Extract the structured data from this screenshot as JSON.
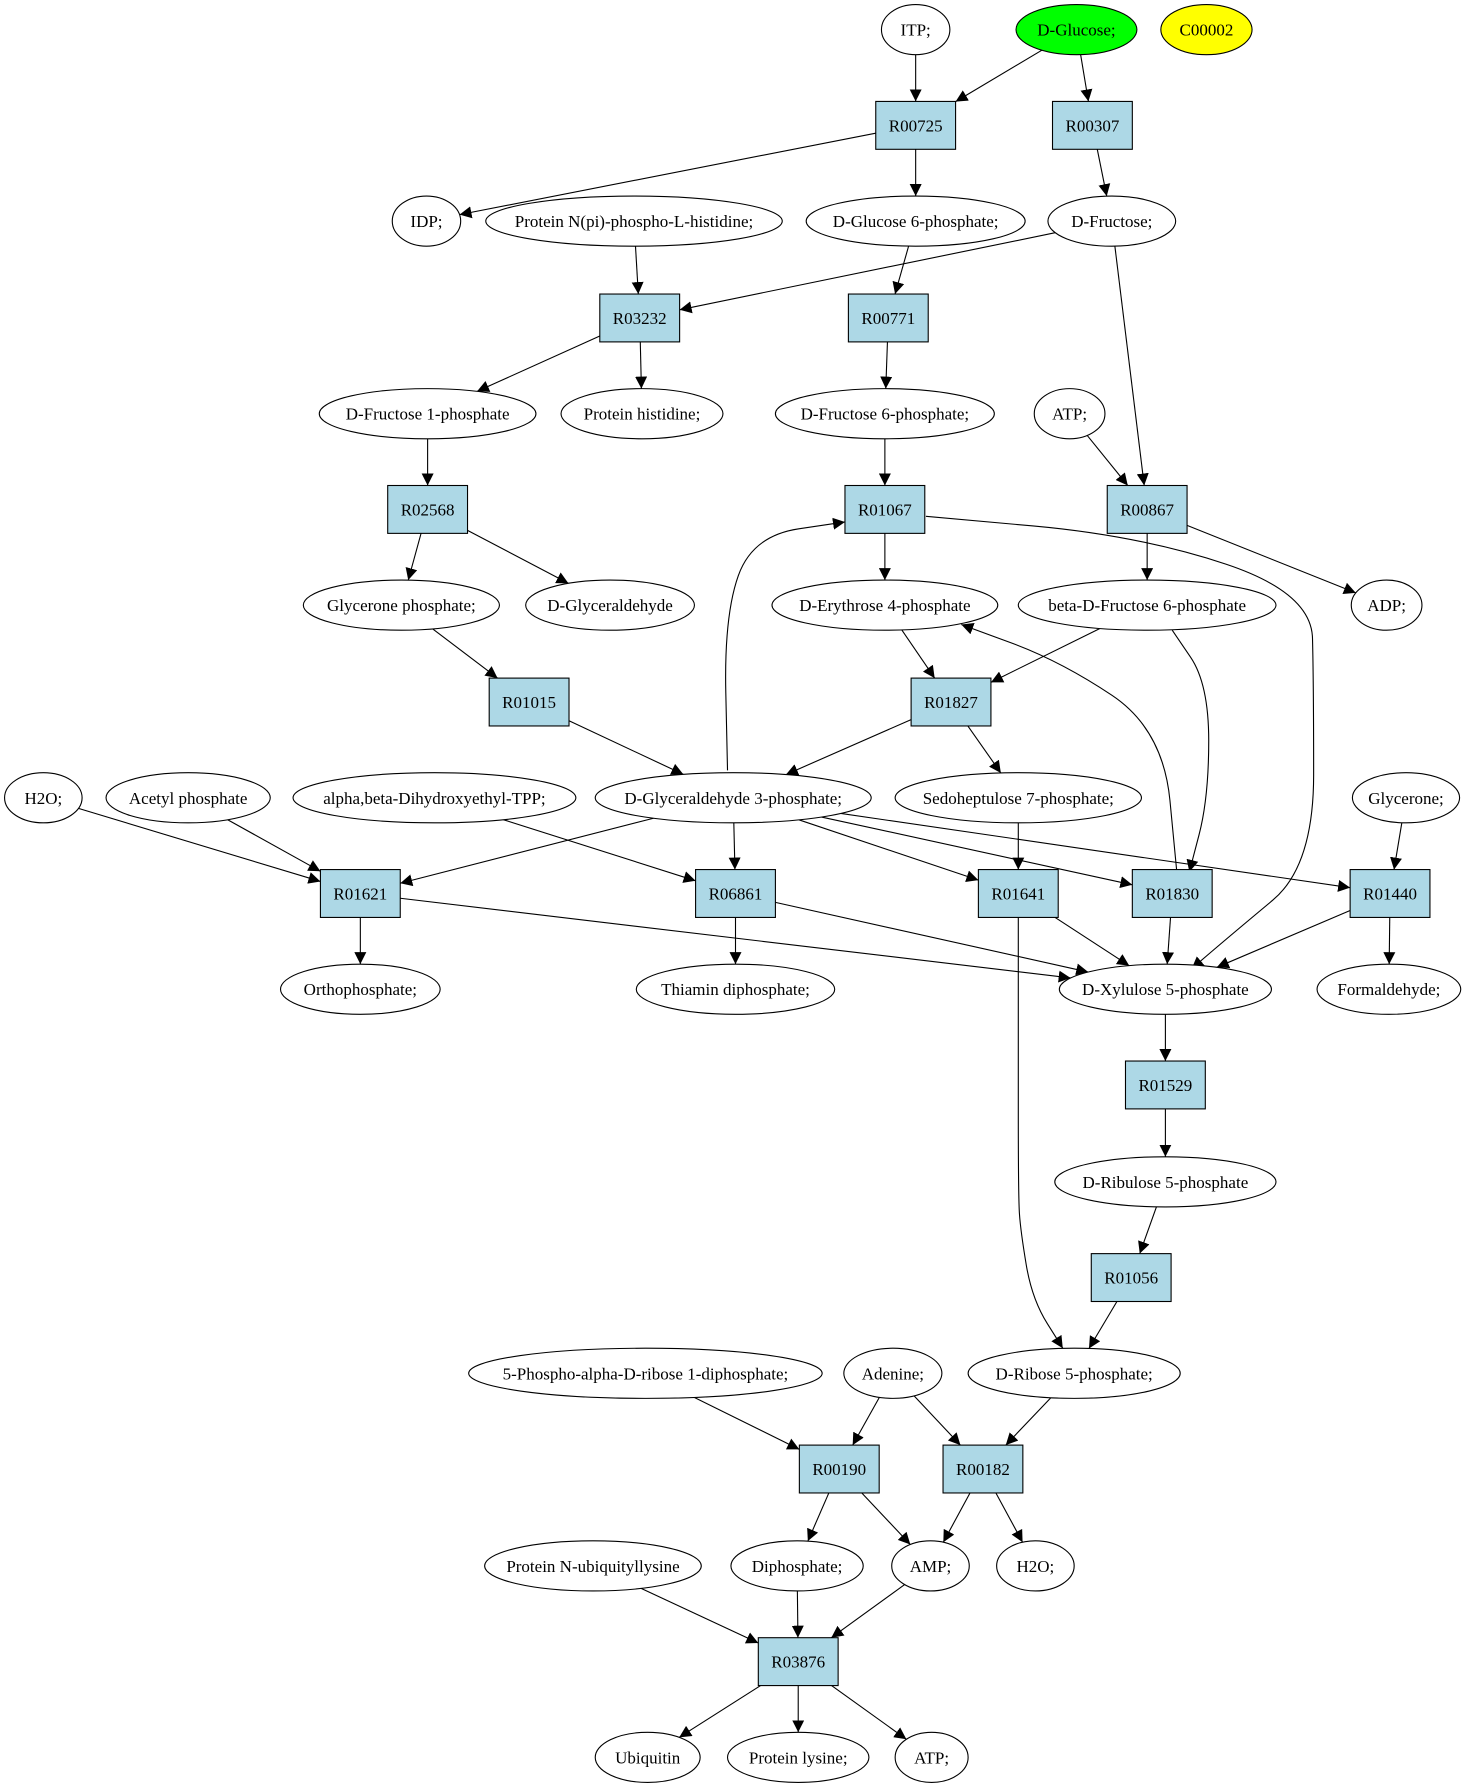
{
  "colors": {
    "reaction_fill": "#add8e6",
    "highlight_green": "#00ff00",
    "highlight_yellow": "#ffff00",
    "compound_fill": "#ffffff",
    "stroke": "#000000"
  },
  "nodes": [
    {
      "id": "ITP",
      "label": "ITP;",
      "kind": "compound"
    },
    {
      "id": "DGlucose",
      "label": "D-Glucose;",
      "kind": "compound",
      "highlight": "green"
    },
    {
      "id": "C00002",
      "label": "C00002",
      "kind": "compound",
      "highlight": "yellow"
    },
    {
      "id": "R00725",
      "label": "R00725",
      "kind": "reaction"
    },
    {
      "id": "R00307",
      "label": "R00307",
      "kind": "reaction"
    },
    {
      "id": "IDP",
      "label": "IDP;",
      "kind": "compound"
    },
    {
      "id": "ProtNpi",
      "label": "Protein N(pi)-phospho-L-histidine;",
      "kind": "compound"
    },
    {
      "id": "DG6P",
      "label": "D-Glucose 6-phosphate;",
      "kind": "compound"
    },
    {
      "id": "DFru",
      "label": "D-Fructose;",
      "kind": "compound"
    },
    {
      "id": "R03232",
      "label": "R03232",
      "kind": "reaction"
    },
    {
      "id": "R00771",
      "label": "R00771",
      "kind": "reaction"
    },
    {
      "id": "DF1P",
      "label": "D-Fructose 1-phosphate",
      "kind": "compound"
    },
    {
      "id": "ProtHis",
      "label": "Protein histidine;",
      "kind": "compound"
    },
    {
      "id": "DF6P",
      "label": "D-Fructose 6-phosphate;",
      "kind": "compound"
    },
    {
      "id": "ATP1",
      "label": "ATP;",
      "kind": "compound"
    },
    {
      "id": "R02568",
      "label": "R02568",
      "kind": "reaction"
    },
    {
      "id": "R01067",
      "label": "R01067",
      "kind": "reaction"
    },
    {
      "id": "R00867",
      "label": "R00867",
      "kind": "reaction"
    },
    {
      "id": "GlyP",
      "label": "Glycerone phosphate;",
      "kind": "compound"
    },
    {
      "id": "DGlyald",
      "label": "D-Glyceraldehyde",
      "kind": "compound"
    },
    {
      "id": "DE4P",
      "label": "D-Erythrose 4-phosphate",
      "kind": "compound"
    },
    {
      "id": "bDF6P",
      "label": "beta-D-Fructose 6-phosphate",
      "kind": "compound"
    },
    {
      "id": "ADP",
      "label": "ADP;",
      "kind": "compound"
    },
    {
      "id": "R01015",
      "label": "R01015",
      "kind": "reaction"
    },
    {
      "id": "R01827",
      "label": "R01827",
      "kind": "reaction"
    },
    {
      "id": "H2O1",
      "label": "H2O;",
      "kind": "compound"
    },
    {
      "id": "AcP",
      "label": "Acetyl phosphate",
      "kind": "compound"
    },
    {
      "id": "aDHE",
      "label": "alpha,beta-Dihydroxyethyl-TPP;",
      "kind": "compound"
    },
    {
      "id": "DG3P",
      "label": "D-Glyceraldehyde 3-phosphate;",
      "kind": "compound"
    },
    {
      "id": "S7P",
      "label": "Sedoheptulose 7-phosphate;",
      "kind": "compound"
    },
    {
      "id": "Glycerone",
      "label": "Glycerone;",
      "kind": "compound"
    },
    {
      "id": "R01621",
      "label": "R01621",
      "kind": "reaction"
    },
    {
      "id": "R06861",
      "label": "R06861",
      "kind": "reaction"
    },
    {
      "id": "R01641",
      "label": "R01641",
      "kind": "reaction"
    },
    {
      "id": "R01830",
      "label": "R01830",
      "kind": "reaction"
    },
    {
      "id": "R01440",
      "label": "R01440",
      "kind": "reaction"
    },
    {
      "id": "Ortho",
      "label": "Orthophosphate;",
      "kind": "compound"
    },
    {
      "id": "ThDP",
      "label": "Thiamin diphosphate;",
      "kind": "compound"
    },
    {
      "id": "DX5P",
      "label": "D-Xylulose 5-phosphate",
      "kind": "compound"
    },
    {
      "id": "Formal",
      "label": "Formaldehyde;",
      "kind": "compound"
    },
    {
      "id": "R01529",
      "label": "R01529",
      "kind": "reaction"
    },
    {
      "id": "DRu5P",
      "label": "D-Ribulose 5-phosphate",
      "kind": "compound"
    },
    {
      "id": "R01056",
      "label": "R01056",
      "kind": "reaction"
    },
    {
      "id": "PRPP",
      "label": "5-Phospho-alpha-D-ribose 1-diphosphate;",
      "kind": "compound"
    },
    {
      "id": "Adenine",
      "label": "Adenine;",
      "kind": "compound"
    },
    {
      "id": "DR5P",
      "label": "D-Ribose 5-phosphate;",
      "kind": "compound"
    },
    {
      "id": "R00190",
      "label": "R00190",
      "kind": "reaction"
    },
    {
      "id": "R00182",
      "label": "R00182",
      "kind": "reaction"
    },
    {
      "id": "ProtNubi",
      "label": "Protein N-ubiquityllysine",
      "kind": "compound"
    },
    {
      "id": "Diphos",
      "label": "Diphosphate;",
      "kind": "compound"
    },
    {
      "id": "AMP",
      "label": "AMP;",
      "kind": "compound"
    },
    {
      "id": "H2O2",
      "label": "H2O;",
      "kind": "compound"
    },
    {
      "id": "R03876",
      "label": "R03876",
      "kind": "reaction"
    },
    {
      "id": "Ubiq",
      "label": "Ubiquitin",
      "kind": "compound"
    },
    {
      "id": "ProtLys",
      "label": "Protein lysine;",
      "kind": "compound"
    },
    {
      "id": "ATP2",
      "label": "ATP;",
      "kind": "compound"
    }
  ],
  "edges": [
    [
      "ITP",
      "R00725"
    ],
    [
      "DGlucose",
      "R00725"
    ],
    [
      "DGlucose",
      "R00307"
    ],
    [
      "R00725",
      "IDP"
    ],
    [
      "R00725",
      "DG6P"
    ],
    [
      "R00307",
      "DFru"
    ],
    [
      "ProtNpi",
      "R03232"
    ],
    [
      "DFru",
      "R03232"
    ],
    [
      "DG6P",
      "R00771"
    ],
    [
      "DFru",
      "R00867"
    ],
    [
      "R03232",
      "DF1P"
    ],
    [
      "R03232",
      "ProtHis"
    ],
    [
      "R00771",
      "DF6P"
    ],
    [
      "DF1P",
      "R02568"
    ],
    [
      "DF6P",
      "R01067"
    ],
    [
      "ATP1",
      "R00867"
    ],
    [
      "R02568",
      "GlyP"
    ],
    [
      "R02568",
      "DGlyald"
    ],
    [
      "R01067",
      "DE4P"
    ],
    [
      "R01067",
      "DX5P"
    ],
    [
      "R00867",
      "bDF6P"
    ],
    [
      "R00867",
      "ADP"
    ],
    [
      "GlyP",
      "R01015"
    ],
    [
      "DE4P",
      "R01827"
    ],
    [
      "bDF6P",
      "R01827"
    ],
    [
      "bDF6P",
      "R01830"
    ],
    [
      "R01015",
      "DG3P"
    ],
    [
      "R01827",
      "DG3P"
    ],
    [
      "R01827",
      "S7P"
    ],
    [
      "DG3P",
      "R01067"
    ],
    [
      "R01830",
      "DE4P"
    ],
    [
      "H2O1",
      "R01621"
    ],
    [
      "AcP",
      "R01621"
    ],
    [
      "aDHE",
      "R06861"
    ],
    [
      "DG3P",
      "R01621"
    ],
    [
      "DG3P",
      "R06861"
    ],
    [
      "DG3P",
      "R01641"
    ],
    [
      "DG3P",
      "R01830"
    ],
    [
      "DG3P",
      "R01440"
    ],
    [
      "S7P",
      "R01641"
    ],
    [
      "Glycerone",
      "R01440"
    ],
    [
      "R01621",
      "Ortho"
    ],
    [
      "R01621",
      "DX5P"
    ],
    [
      "R06861",
      "ThDP"
    ],
    [
      "R06861",
      "DX5P"
    ],
    [
      "R01641",
      "DX5P"
    ],
    [
      "R01641",
      "DR5P"
    ],
    [
      "R01830",
      "DX5P"
    ],
    [
      "R01440",
      "DX5P"
    ],
    [
      "R01440",
      "Formal"
    ],
    [
      "DX5P",
      "R01529"
    ],
    [
      "R01529",
      "DRu5P"
    ],
    [
      "DRu5P",
      "R01056"
    ],
    [
      "R01056",
      "DR5P"
    ],
    [
      "PRPP",
      "R00190"
    ],
    [
      "Adenine",
      "R00190"
    ],
    [
      "Adenine",
      "R00182"
    ],
    [
      "DR5P",
      "R00182"
    ],
    [
      "R00190",
      "Diphos"
    ],
    [
      "R00190",
      "AMP"
    ],
    [
      "R00182",
      "AMP"
    ],
    [
      "R00182",
      "H2O2"
    ],
    [
      "ProtNubi",
      "R03876"
    ],
    [
      "Diphos",
      "R03876"
    ],
    [
      "AMP",
      "R03876"
    ],
    [
      "R03876",
      "Ubiq"
    ],
    [
      "R03876",
      "ProtLys"
    ],
    [
      "R03876",
      "ATP2"
    ]
  ]
}
